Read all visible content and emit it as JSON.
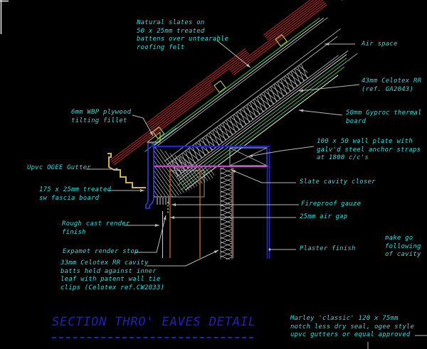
{
  "colors": {
    "background": "#000000",
    "label": "#3ad6d6",
    "title": "#2222b2",
    "slate": "#9b2424",
    "felt": "#2fa048",
    "batten": "#b9b95c",
    "gutter": "#d2b061",
    "fascia": "#3a3ae0",
    "topline": "#2020dd",
    "wallplate_line": "#cc3fcc",
    "wall": "#b45a28",
    "plaster": "#2828c8",
    "lines": "#b9b9b9",
    "hatch": "#c4c4c4",
    "frame": "#e8e8e8",
    "renderstop": "#cccc5a",
    "felt_overlay": "#2aa7a7"
  },
  "labels": {
    "natural_slates": "Natural slates on\n50 x 25mm treated\nbattens over untearable\nroofing felt",
    "plywood_fillet": "6mm WBP plywood\ntilting fillet",
    "ogee_gutter": "Upvc OGEE Gutter",
    "fascia_board": "175 x 25mm treated\nsw fascia board",
    "rough_cast": "Rough cast render\nfinish",
    "expamet": "Expamet render stop",
    "celotex_cavity": "33mm Celotex RR cavity\nbatts held against inner\nleaf with patent wall tie\nclips (Celotex ref.CW2033)",
    "air_space": "Air space",
    "celotex_rr": "43mm Celotex RR\n(ref. GA2043)",
    "gyproc": "50mm Gyproc thermal\nboard",
    "wall_plate": "100 x 50 wall plate with\ngalv'd steel anchor straps\nat 1800 c/c's",
    "slate_closer": "Slate cavity closer",
    "fireproof_gauze": "Fireproof gauze",
    "air_gap": "25mm air gap",
    "plaster_finish": "Plaster finish",
    "make_good": "make go\nfollowing\nof cavity",
    "marley_note": "Marley 'classic' 120 x 75mm\nnotch less dry seal, ogee style\nupvc gutters or equal approved",
    "title": "SECTION THRO' EAVES DETAIL"
  }
}
